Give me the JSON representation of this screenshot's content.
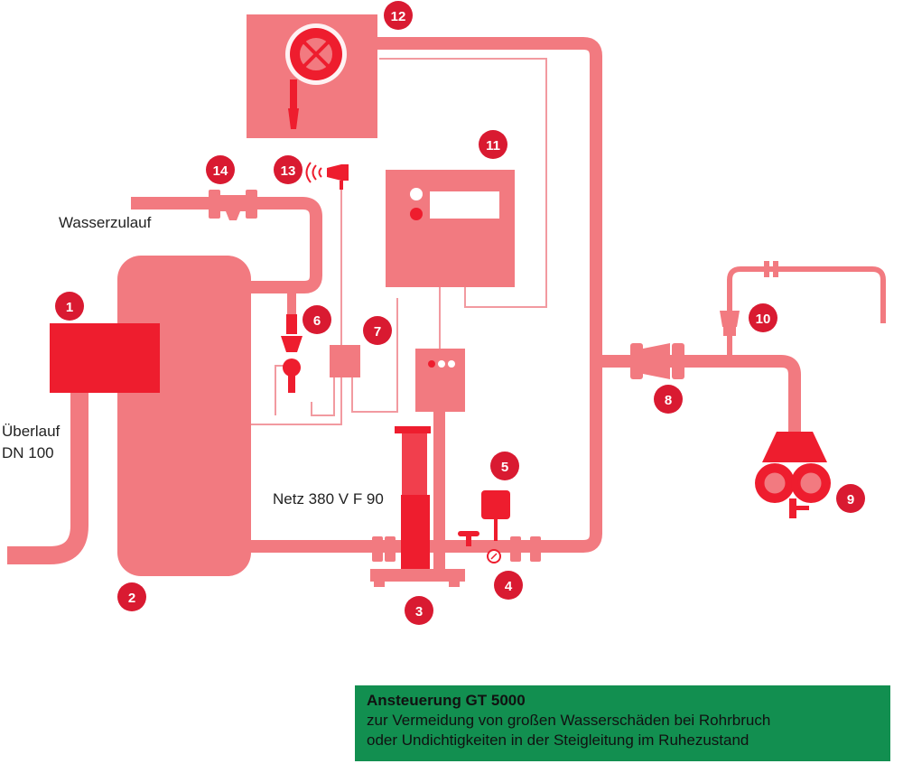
{
  "colors": {
    "pipe": "#f27a80",
    "accent": "#ee1d2e",
    "badge": "#d91a31",
    "line": "#f29aa0",
    "caption_bg": "#128f50",
    "white": "#ffffff"
  },
  "labels": {
    "water_inlet": "Wasserzulauf",
    "overflow_line1": "Überlauf",
    "overflow_line2": "DN 100",
    "mains": "Netz 380 V F 90"
  },
  "badges": [
    "1",
    "2",
    "3",
    "4",
    "5",
    "6",
    "7",
    "8",
    "9",
    "10",
    "11",
    "12",
    "13",
    "14"
  ],
  "caption": {
    "title": "Ansteuerung GT 5000",
    "line1": "zur Vermeidung von großen Wasserschäden bei Rohrbruch",
    "line2": "oder Undichtigkeiten in der Steigleitung im Ruhezustand"
  },
  "icons": [
    "speaker-icon",
    "hose-reel-icon",
    "indicator-light-icon"
  ]
}
